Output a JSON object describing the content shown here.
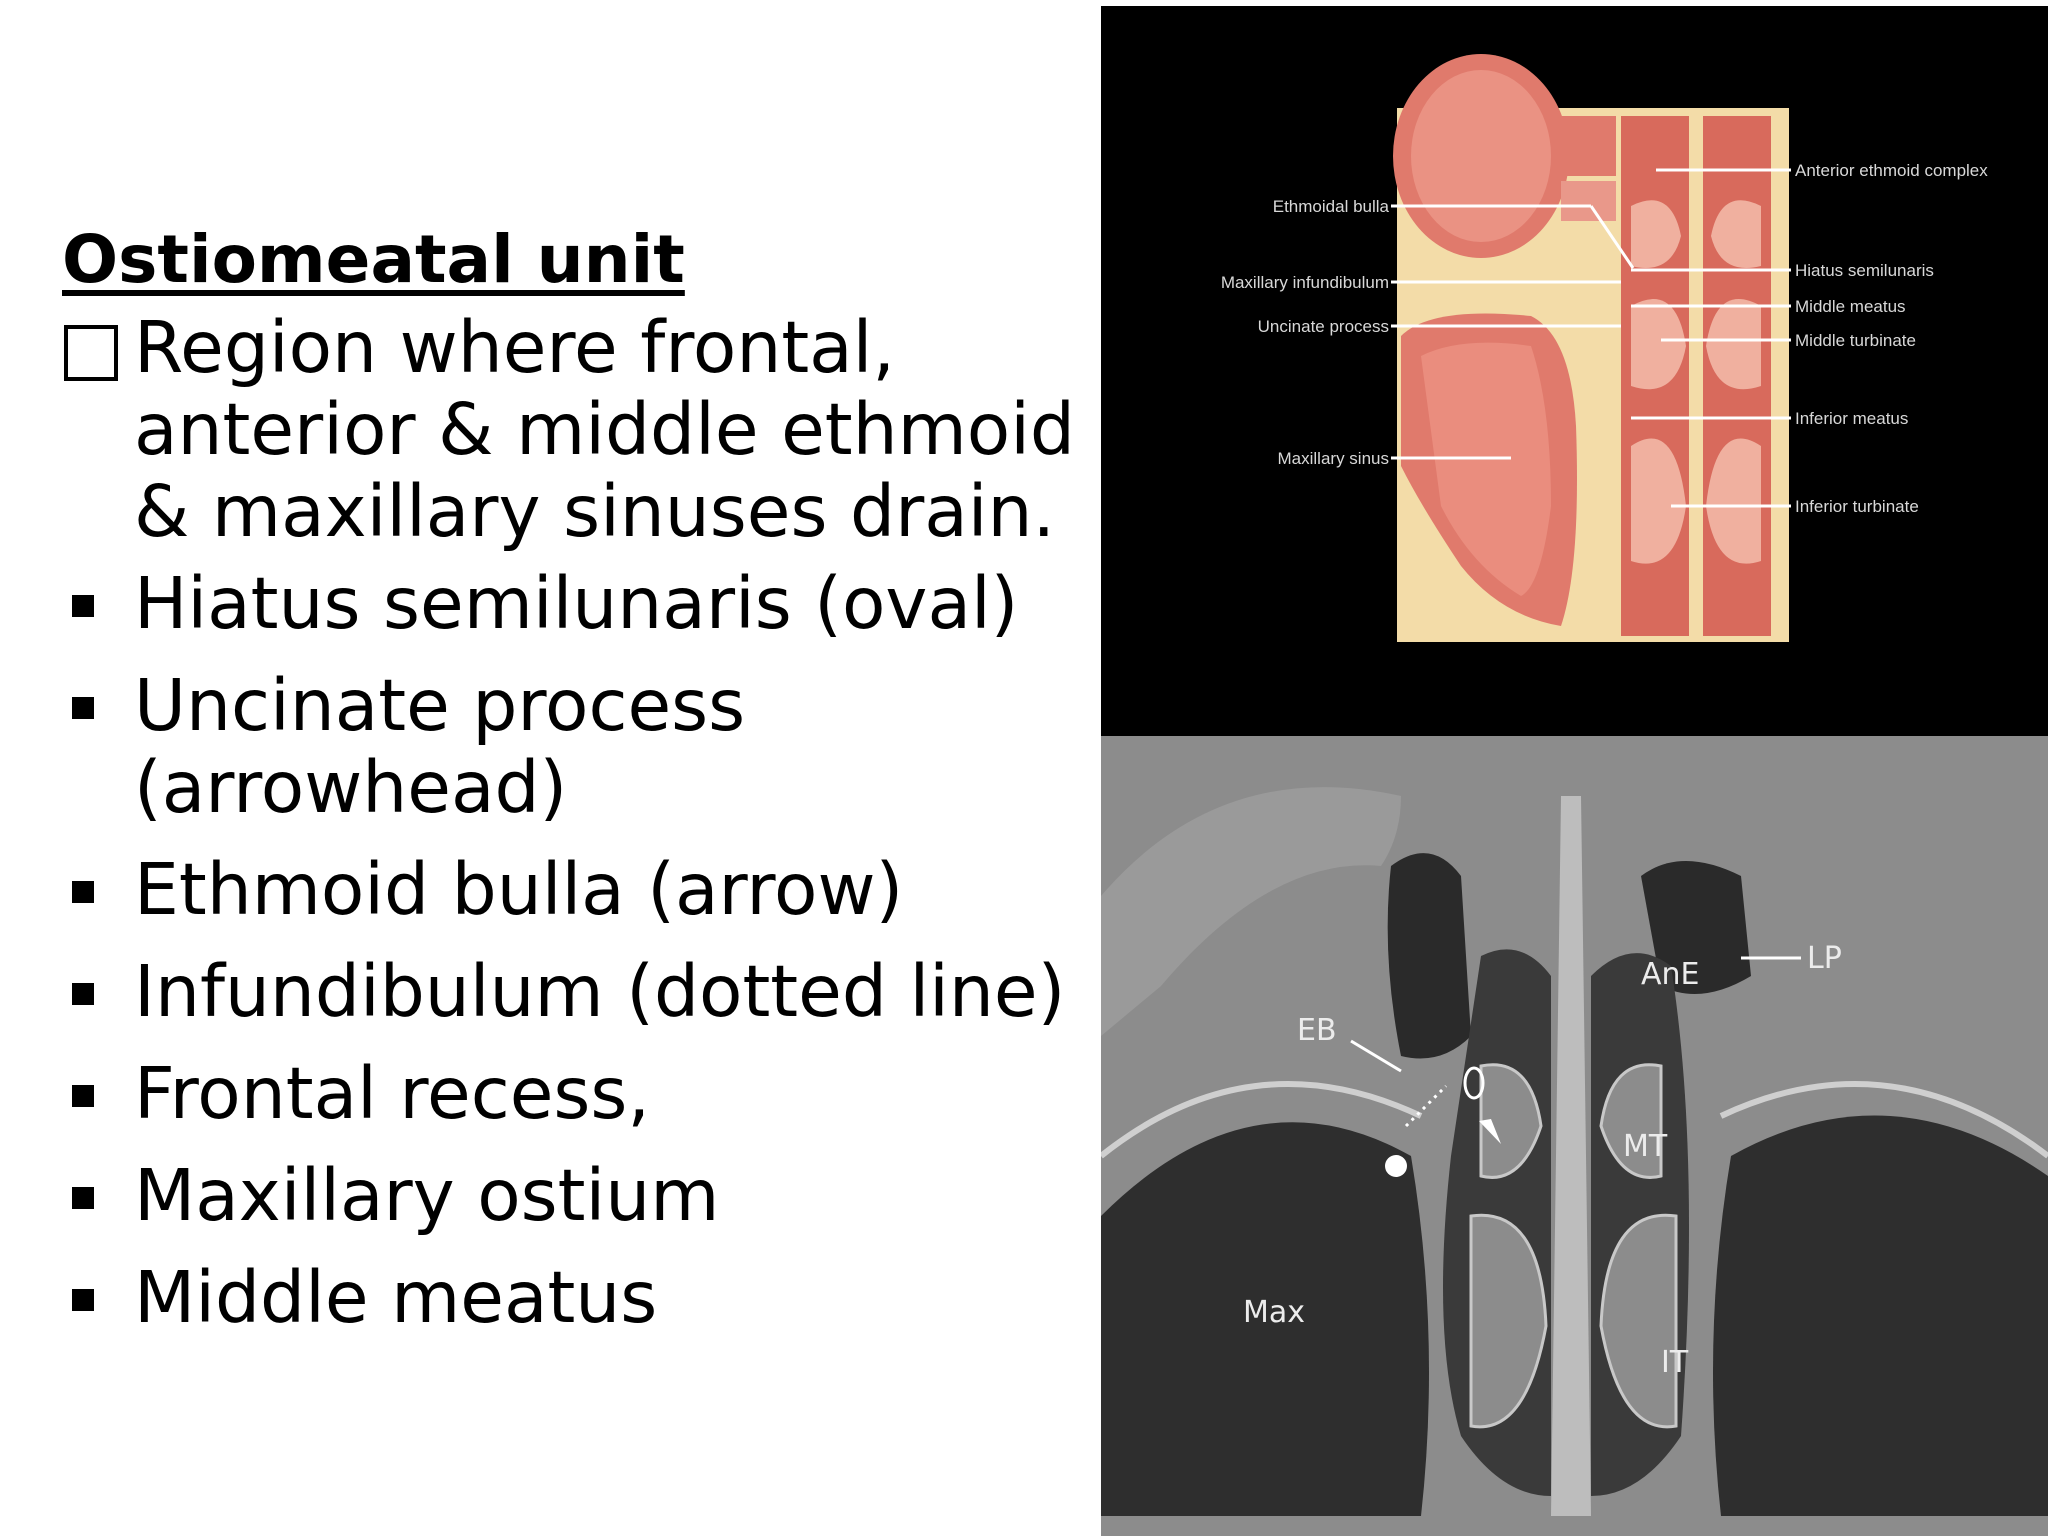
{
  "slide": {
    "title": "Ostiomeatal unit",
    "intro": "Region where  frontal, anterior & middle ethmoid & maxillary sinuses drain.",
    "bullets": [
      "Hiatus semilunaris (oval)",
      "Uncinate process (arrowhead)",
      "Ethmoid bulla (arrow)",
      "Infundibulum (dotted line)",
      "Frontal recess,",
      "Maxillary ostium",
      "Middle meatus"
    ]
  },
  "anatomy_figure": {
    "labels_left": [
      "Ethmoidal bulla",
      "Maxillary infundibulum",
      "Uncinate process",
      "Maxillary sinus"
    ],
    "labels_right": [
      "Anterior ethmoid complex",
      "Hiatus semilunaris",
      "Middle meatus",
      "Middle turbinate",
      "Inferior meatus",
      "Inferior turbinate"
    ]
  },
  "ct_figure": {
    "labels": [
      "AnE",
      "LP",
      "EB",
      "MT",
      "Max",
      "IT"
    ]
  },
  "colors": {
    "text": "#000000",
    "tissue": "#e07a6c",
    "bone": "#f3dca8",
    "ct_bg": "#8a8a8a"
  }
}
